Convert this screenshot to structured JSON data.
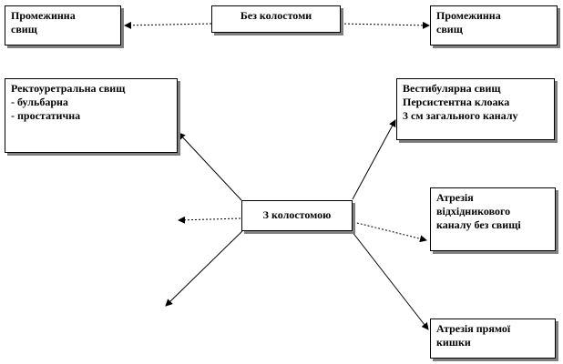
{
  "boxes": {
    "perineal_left": {
      "text": "Промежинна\nсвищ"
    },
    "no_colostomy": {
      "text": "Без колостоми"
    },
    "perineal_right": {
      "text": "Промежинна\nсвищ"
    },
    "rectourethral": {
      "text": "Ректоуретральна свищ\n- бульбарна\n- простатична"
    },
    "vestibular": {
      "text": "Вестибулярна свищ\nПерсистентна клоака\n3 см загального каналу"
    },
    "with_colostomy": {
      "text": "З колостомою"
    },
    "anal_atresia": {
      "text": "Атрезія\nвідхідникового\nканалу без свищі"
    },
    "rectal_atresia": {
      "text": "Атрезія прямої\nкишки"
    }
  },
  "colors": {
    "border": "#000000",
    "shadow": "#7f7f7f",
    "arrow": "#000000"
  }
}
